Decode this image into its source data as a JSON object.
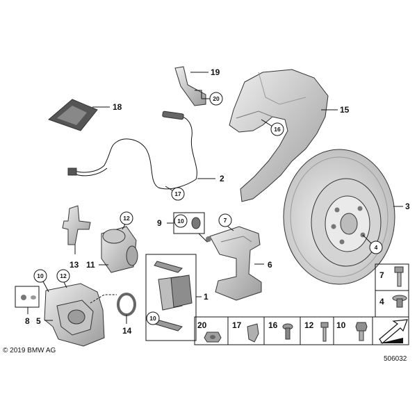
{
  "diagram": {
    "copyright": "© 2019 BMW AG",
    "drawing_number": "506032",
    "callouts": {
      "p1": "1",
      "p2": "2",
      "p3": "3",
      "p4": "4",
      "p5": "5",
      "p6": "6",
      "p7": "7",
      "p8": "8",
      "p9": "9",
      "p10": "10",
      "p11": "11",
      "p12": "12",
      "p13": "13",
      "p14": "14",
      "p15": "15",
      "p16": "16",
      "p17": "17",
      "p18": "18",
      "p19": "19",
      "p20": "20"
    },
    "colors": {
      "part_fill": "#d8d8d8",
      "part_dark": "#8a8a8a",
      "line": "#111111"
    }
  }
}
